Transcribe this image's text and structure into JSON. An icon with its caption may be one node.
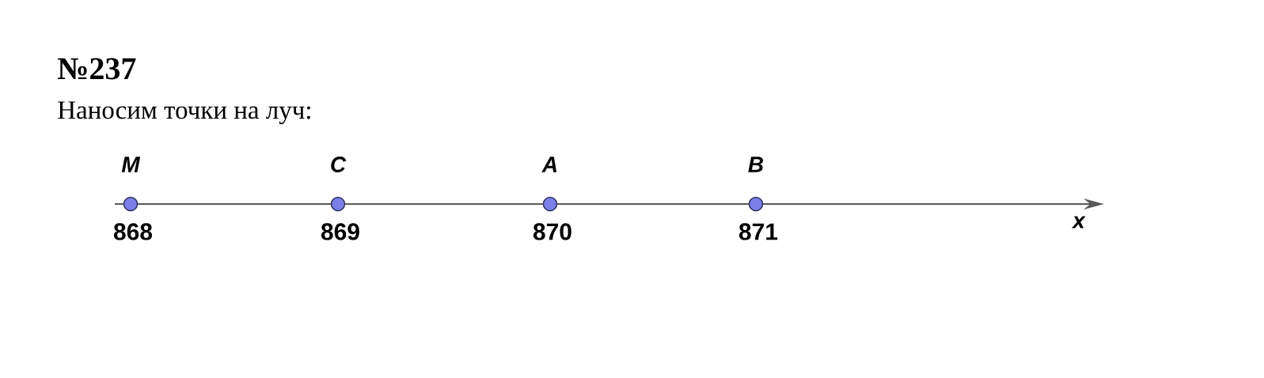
{
  "diagram": {
    "title": "№237",
    "nodes": [
      {
        "text": [],
        "shape": "circle",
        "beside": [
          "M",
          "868"
        ]
      },
      {
        "text": [],
        "shape": "circle",
        "beside": [
          "C",
          "869"
        ]
      },
      {
        "text": [],
        "shape": "circle",
        "beside": [
          "A",
          "870"
        ]
      },
      {
        "text": [],
        "shape": "circle",
        "beside": [
          "B",
          "871"
        ]
      }
    ],
    "labels": [
      "Наносим точки на луч:",
      "x"
    ]
  }
}
